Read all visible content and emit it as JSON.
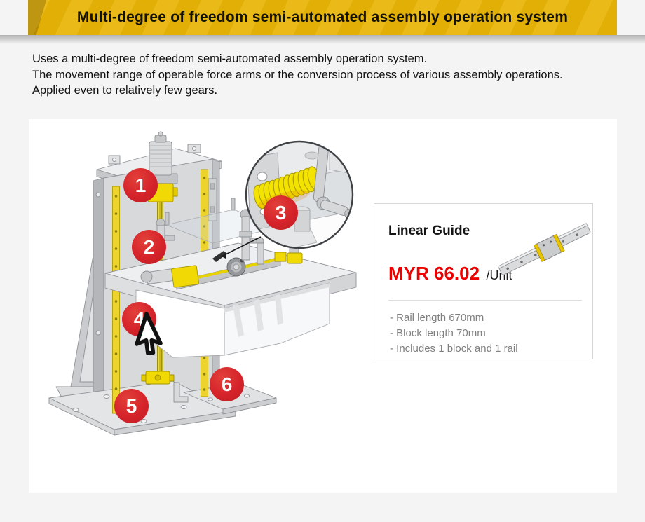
{
  "banner": {
    "title": "Multi-degree of freedom semi-automated assembly operation system",
    "bg_color": "#e9b506"
  },
  "description": {
    "lines": [
      "Uses a multi-degree of freedom semi-automated assembly operation system.",
      "The movement range of operable force arms or the conversion process of various assembly operations.",
      "Applied even to relatively few gears."
    ]
  },
  "diagram": {
    "badges": [
      "1",
      "2",
      "3",
      "4",
      "5",
      "6"
    ],
    "badge_color": "#d5232a",
    "magnifier_subject": "spring-and-crank-detail",
    "accent_yellow": "#f1d906"
  },
  "card": {
    "title": "Linear Guide",
    "price": "MYR 66.02",
    "unit": "/Unit",
    "price_color": "#ec0000",
    "specs": [
      "- Rail length 670mm",
      "- Block length 70mm",
      "- Includes 1 block and 1 rail"
    ]
  }
}
